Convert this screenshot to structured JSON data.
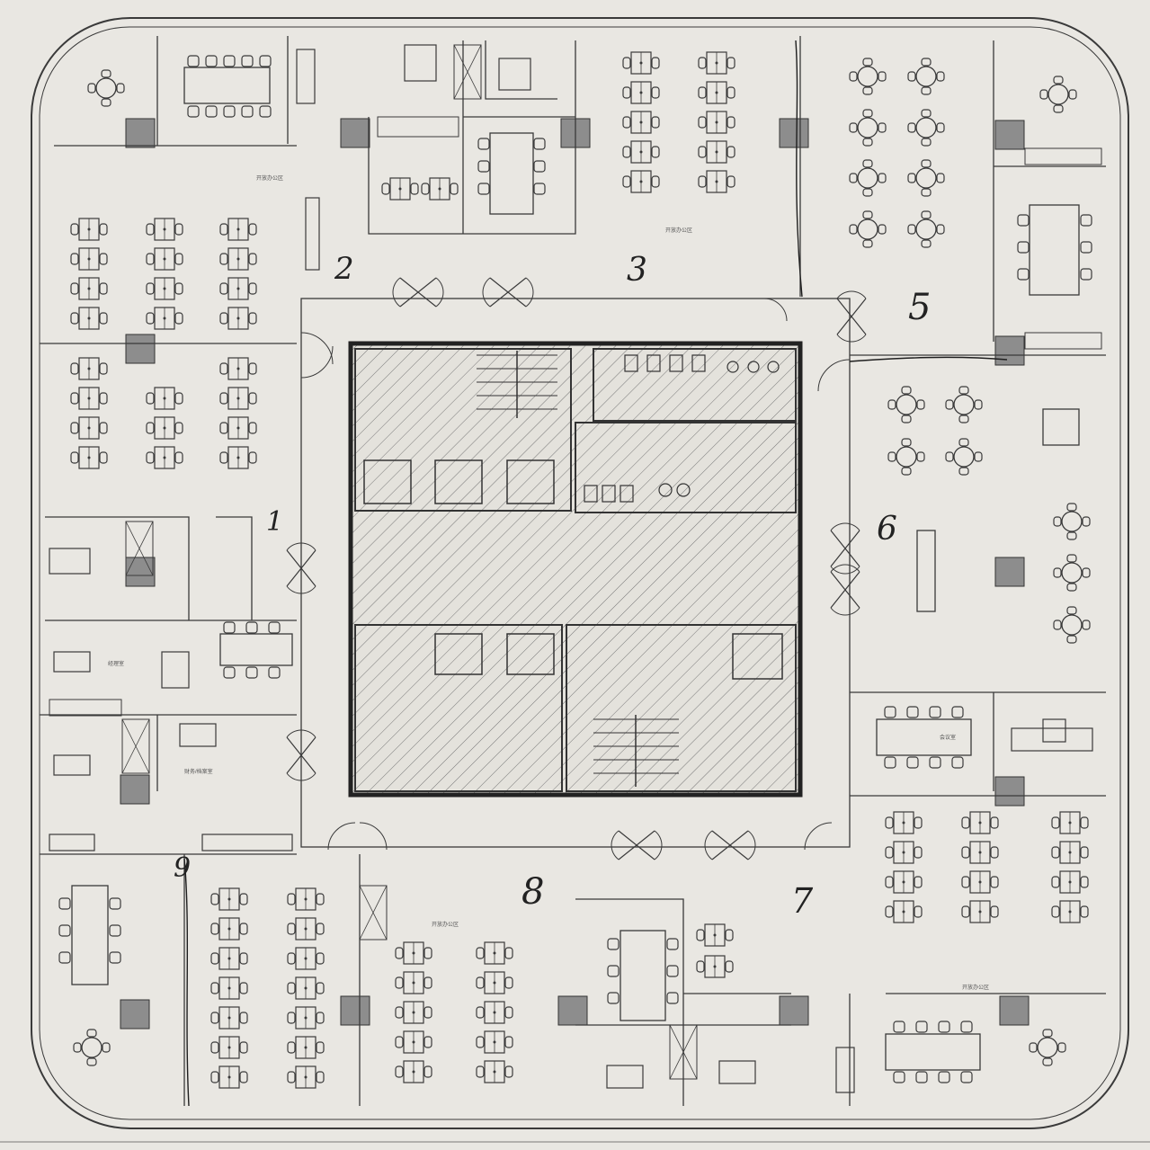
{
  "palette": {
    "paper": "#e9e7e2",
    "ink": "#3a3a3a",
    "column": "#8d8d8d",
    "core_hatch": "#6a6a6a",
    "hand_ink": "#1f1f1f"
  },
  "zone_numbers": [
    {
      "id": "zone-1",
      "label": "1"
    },
    {
      "id": "zone-2",
      "label": "2"
    },
    {
      "id": "zone-3",
      "label": "3"
    },
    {
      "id": "zone-5",
      "label": "5"
    },
    {
      "id": "zone-6",
      "label": "6"
    },
    {
      "id": "zone-7",
      "label": "7"
    },
    {
      "id": "zone-8",
      "label": "8"
    },
    {
      "id": "zone-9",
      "label": "9"
    }
  ]
}
